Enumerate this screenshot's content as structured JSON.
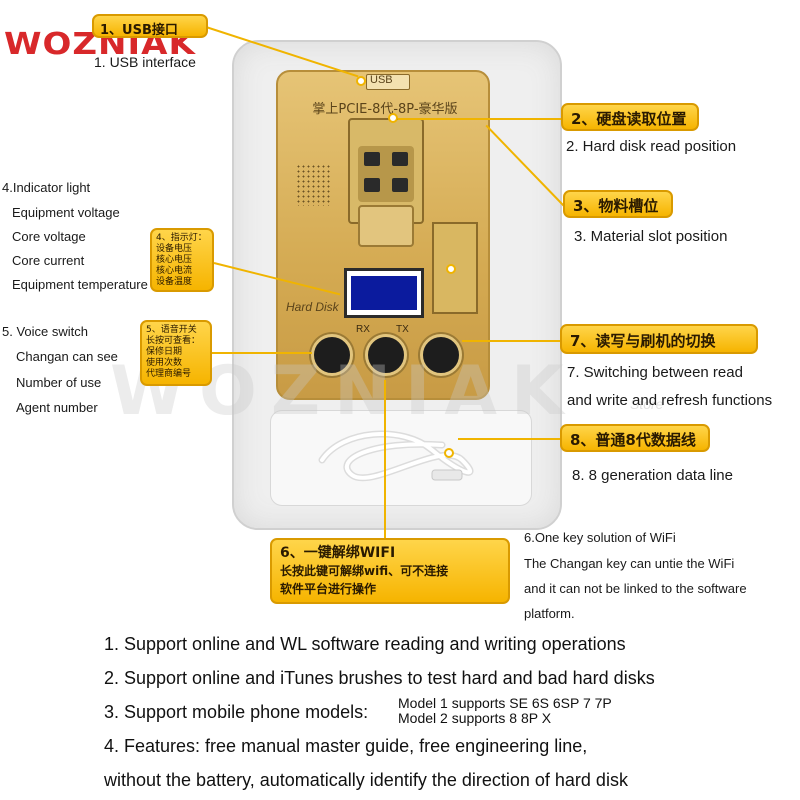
{
  "logo": {
    "text": "WOZNIAK"
  },
  "watermark": {
    "text": "WOZNIAK",
    "store": "Store"
  },
  "device": {
    "usb_label": "USB",
    "board_title": "掌上PCIE-8代-8P-豪华版",
    "screen_label": "Hard Disk",
    "rx": "RX",
    "tx": "TX"
  },
  "callouts": {
    "usb_cn": "1、USB接口",
    "usb_en": "1. USB interface",
    "hdd_cn": "2、硬盘读取位置",
    "hdd_en": "2. Hard disk read position",
    "slot_cn": "3、物料槽位",
    "slot_en": "3. Material slot position",
    "indicator_cn": [
      "4、指示灯：",
      "设备电压",
      "核心电压",
      "核心电流",
      "设备温度"
    ],
    "indicator_en": [
      "4.Indicator light",
      "Equipment voltage",
      "Core voltage",
      "Core current",
      "Equipment temperature"
    ],
    "voice_cn": [
      "5、语音开关",
      "长按可查看：",
      "保修日期",
      "使用次数",
      "代理商编号"
    ],
    "voice_en": [
      "5. Voice switch",
      "Changan can see",
      "Number of use",
      "Agent number"
    ],
    "wifi_cn": [
      "6、一键解绑WIFI",
      "长按此键可解绑wifi、可不连接",
      "软件平台进行操作"
    ],
    "wifi_en": [
      "6.One key solution of WiFi",
      "The Changan key can untie the WiFi",
      "and it can not be linked to the software",
      "platform."
    ],
    "switch_cn": "7、读写与刷机的切换",
    "switch_en": [
      "7. Switching between read",
      "and write and refresh functions"
    ],
    "cable_cn": "8、普通8代数据线",
    "cable_en": "8. 8 generation data line"
  },
  "features": {
    "f1": "1. Support online and WL software reading and writing operations",
    "f2": "2. Support online and iTunes brushes to test hard and bad hard disks",
    "f3": "3. Support mobile phone models:",
    "models": [
      "Model 1 supports SE 6S 6SP 7 7P",
      "Model 2 supports 8 8P X"
    ],
    "f4": "4. Features: free manual master guide, free engineering line,",
    "f5": "without the battery, automatically identify the direction of hard disk"
  },
  "colors": {
    "logo": "#d8282a",
    "callout": "#f6b400",
    "board": "#d4aa52"
  }
}
